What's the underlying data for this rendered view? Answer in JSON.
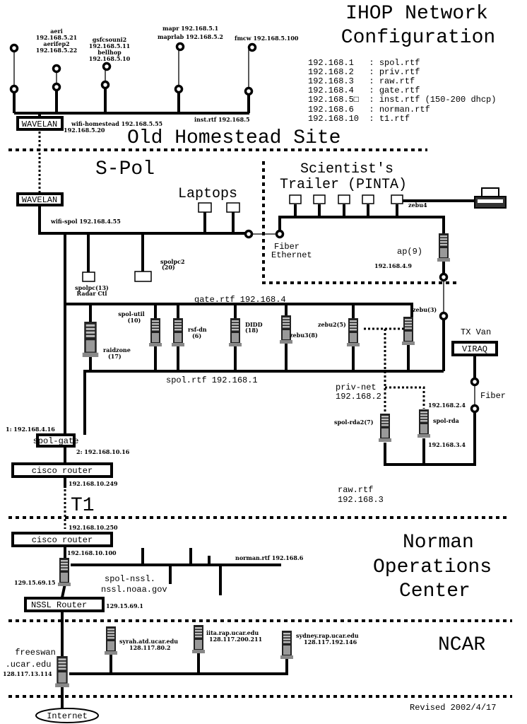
{
  "title": {
    "line1": "IHOP Network",
    "line2": "Configuration"
  },
  "legend": [
    "192.168.1   : spol.rtf",
    "192.168.2   : priv.rtf",
    "192.168.3   : raw.rtf",
    "192.168.4   : gate.rtf",
    "192.168.5□  : inst.rtf (150-200 dhcp)",
    "192.168.6   : norman.rtf",
    "192.168.10  : t1.rtf"
  ],
  "homestead": {
    "site_label": "Old Homestead Site",
    "aeri": [
      "aeri",
      "192.168.5.21",
      "aerifep2",
      "192.168.5.22"
    ],
    "gsfc": [
      "gsfcsouni2",
      "192.168.5.11",
      "bellhop",
      "192.168.5.10"
    ],
    "mapr": [
      "mapr 192.168.5.1",
      "maprlab 192.168.5.2"
    ],
    "fmcw": "fmcw 192.168.5.100",
    "wavelan": "WAVELAN",
    "wifi": "wifi-homestead 192.168.5.55",
    "wavelan_ip": "192.168.5.20",
    "bus": "inst.rtf 192.168.5"
  },
  "spol": {
    "site_label": "S-Pol",
    "wavelan": "WAVELAN",
    "wifi": "wifi-spol 192.168.4.55",
    "laptops": "Laptops",
    "spolpc": [
      "spolpc(13)",
      "Radar Ctl"
    ],
    "spolpc2": [
      "spolpc2",
      "(20)"
    ],
    "fiber_ethernet": [
      "Fiber",
      "Ethernet"
    ],
    "gate_bus": "gate.rtf 192.168.4",
    "spol_bus": "spol.rtf 192.168.1",
    "servers": {
      "raidzone": [
        "raidzone",
        "(17)"
      ],
      "spol_util": [
        "spol-util",
        "(10)"
      ],
      "rsf_dn": [
        "rsf-dn",
        "(6)"
      ],
      "didd": [
        "DIDD",
        "(18)"
      ],
      "zebu3": "zebu3(8)",
      "zebu2": "zebu2(5)",
      "zebu": "zebu(3)"
    },
    "privnet": [
      "priv-net",
      "192.168.2"
    ],
    "rda2": "spol-rda2(7)",
    "rda": "spol-rda",
    "rda_ip1": "192.168.2.4",
    "rda_ip2": "192.168.3.4",
    "raw": [
      "raw.rtf",
      "192.168.3"
    ],
    "gate": "spol-gate",
    "gate_ip1": "1: 192.168.4.16",
    "gate_ip2": "2: 192.168.10.16",
    "cisco": "cisco router",
    "cisco_ip": "192.168.10.249"
  },
  "trailer": {
    "label": [
      "Scientist's",
      "Trailer (PINTA)"
    ],
    "zebu4": "zebu4",
    "ap": "ap(9)",
    "ap_ip": "192.168.4.9"
  },
  "txvan": {
    "label": "TX Van",
    "viraq": "VIRAQ",
    "fiber": "Fiber"
  },
  "t1": "T1",
  "norman": {
    "label": [
      "Norman",
      "Operations",
      "Center"
    ],
    "cisco_ip_in": "192.168.10.250",
    "cisco": "cisco router",
    "cisco_ip_out": "192.168.10.100",
    "bus": "norman.rtf 192.168.6",
    "host": [
      "spol-nssl.",
      "nssl.noaa.gov"
    ],
    "host_ip": "129.15.69.15",
    "router": "NSSL Router",
    "router_ip": "129.15.69.1"
  },
  "ncar": {
    "label": "NCAR",
    "freeswan": [
      "freeswan",
      ".ucar.edu",
      "128.117.13.114"
    ],
    "syrah": [
      "syrah.atd.ucar.edu",
      "128.117.80.2"
    ],
    "iita": [
      "iita.rap.ucar.edu",
      "128.117.200.211"
    ],
    "sydney": [
      "sydney.rap.ucar.edu",
      "128.117.192.146"
    ],
    "internet": "Internet"
  },
  "revised": "Revised 2002/4/17"
}
